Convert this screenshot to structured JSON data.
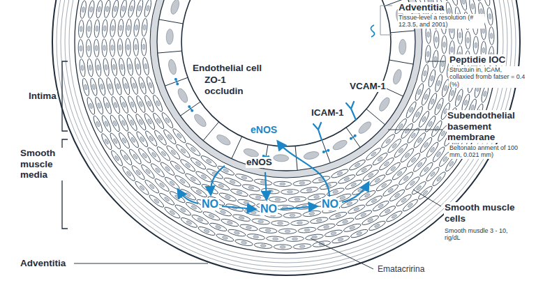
{
  "diagram": {
    "labels": [
      "Adventitia",
      "Tissue-level a resolution (# 12.3.5, and 2001)",
      "Endothelial cell",
      "VCAM-1",
      "Peptidie IOC",
      "Structuin in, ICAM, collaxied fromb fatser = 0.4 (%)",
      "ZO-1",
      "occludin",
      "Intima",
      "ICAM-1",
      "Subendothelial basement membrane",
      "Beltonato anment of 100 mm, 0.021 mm)",
      "eNOS",
      "eNOS",
      "Smooth muscle media",
      "NO",
      "NO",
      "NO",
      "Smooth muscle cells",
      "Smooth musdle 3 - 10, rig/dL",
      "Adventitia",
      "Ematacririna"
    ]
  }
}
